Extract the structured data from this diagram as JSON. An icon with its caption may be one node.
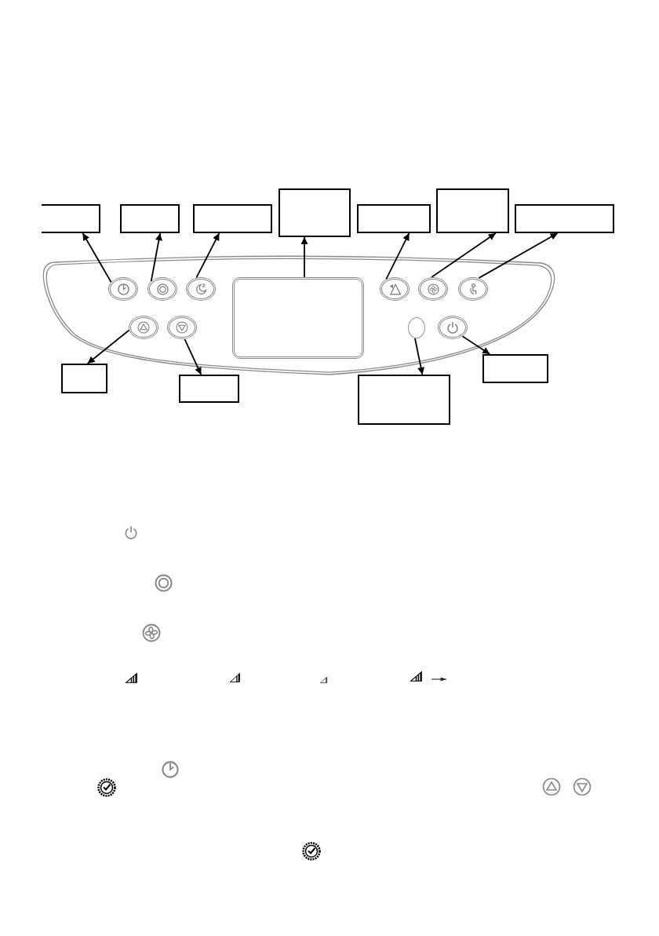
{
  "diagram": {
    "nodes": [
      {
        "text": [],
        "shape": "box"
      },
      {
        "text": [],
        "shape": "box"
      },
      {
        "text": [],
        "shape": "box"
      },
      {
        "text": [],
        "shape": "box"
      },
      {
        "text": [],
        "shape": "box"
      },
      {
        "text": [],
        "shape": "box"
      },
      {
        "text": [],
        "shape": "box"
      },
      {
        "text": [],
        "shape": "circle"
      },
      {
        "text": [],
        "shape": "circle"
      },
      {
        "text": [],
        "shape": "circle"
      },
      {
        "text": [],
        "shape": "box"
      },
      {
        "text": [],
        "shape": "circle"
      },
      {
        "text": [],
        "shape": "circle"
      },
      {
        "text": [],
        "shape": "circle"
      },
      {
        "text": [],
        "shape": "circle"
      },
      {
        "text": [],
        "shape": "circle"
      },
      {
        "text": [],
        "shape": "circle"
      },
      {
        "text": [],
        "shape": "circle"
      },
      {
        "text": [],
        "shape": "box"
      },
      {
        "text": [],
        "shape": "box"
      },
      {
        "text": [],
        "shape": "box"
      },
      {
        "text": [],
        "shape": "box"
      }
    ],
    "edges": [
      {
        "from": 7,
        "to": 0,
        "arrow": "to"
      },
      {
        "from": 8,
        "to": 1,
        "arrow": "to"
      },
      {
        "from": 9,
        "to": 2,
        "arrow": "to"
      },
      {
        "from": 10,
        "to": 3,
        "arrow": "to"
      },
      {
        "from": 11,
        "to": 4,
        "arrow": "to"
      },
      {
        "from": 12,
        "to": 5,
        "arrow": "to"
      },
      {
        "from": 13,
        "to": 6,
        "arrow": "to"
      },
      {
        "from": 14,
        "to": 18,
        "arrow": "to"
      },
      {
        "from": 15,
        "to": 19,
        "arrow": "to"
      },
      {
        "from": 16,
        "to": 20,
        "arrow": "to"
      },
      {
        "from": 17,
        "to": 21,
        "arrow": "to"
      }
    ]
  }
}
